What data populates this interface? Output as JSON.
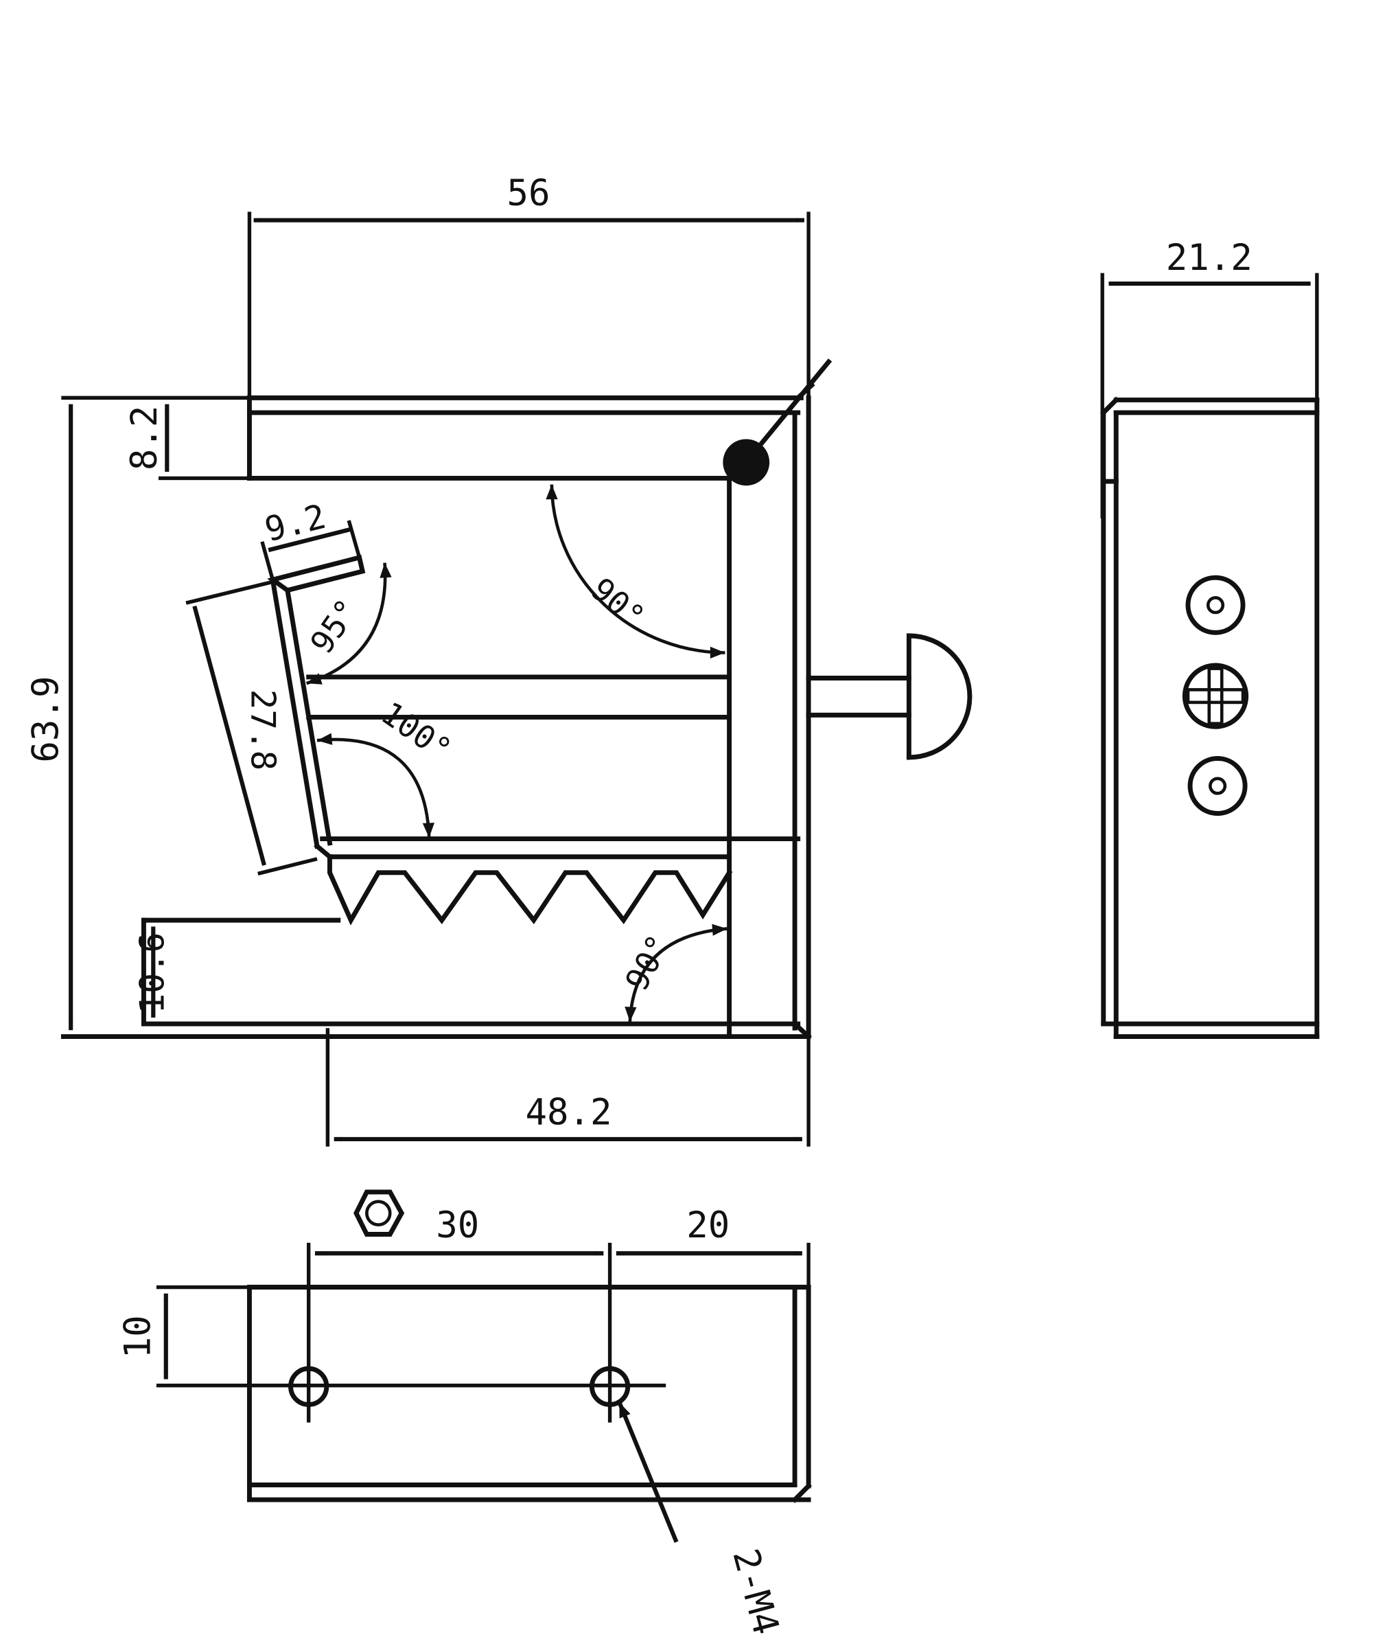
{
  "drawing": {
    "dimensions": {
      "top_width": "56",
      "side_width": "21.2",
      "top_flange": "8.2",
      "overall_height": "63.9",
      "lip_width": "9.2",
      "plate_length": "27.8",
      "bottom_flange": "10.6",
      "bottom_width": "48.2",
      "hole_spacing": "30",
      "hole_to_end": "20",
      "hole_offset": "10",
      "hole_callout": "2-M4"
    },
    "angles": {
      "upper_right": "90°",
      "lip": "95°",
      "plate": "100°",
      "lower_right": "90°"
    }
  }
}
